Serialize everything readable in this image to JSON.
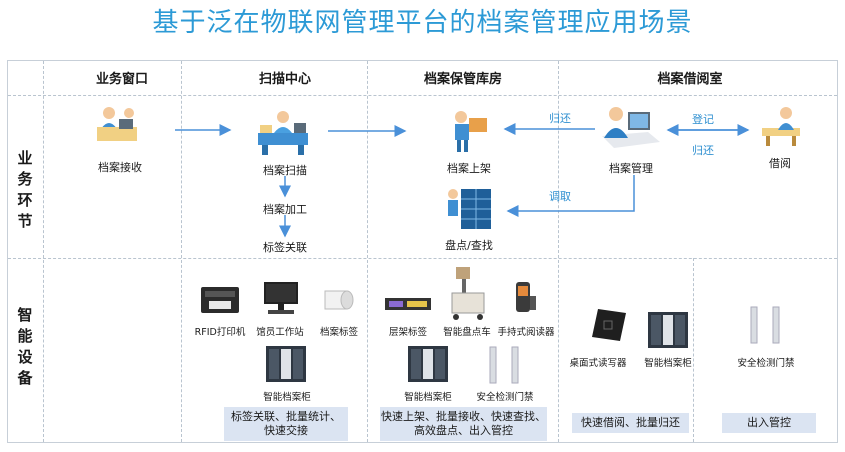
{
  "title": "基于泛在物联网管理平台的档案管理应用场景",
  "columns": [
    "业务窗口",
    "扫描中心",
    "档案保管库房",
    "档案借阅室"
  ],
  "rows": {
    "business": [
      "业",
      "务",
      "环",
      "节"
    ],
    "devices": [
      "智",
      "能",
      "设",
      "备"
    ]
  },
  "business_nodes": {
    "receive": "档案接收",
    "scan": "档案扫描",
    "process": "档案加工",
    "tag": "标签关联",
    "shelve": "档案上架",
    "inventory": "盘点/查找",
    "manage": "档案管理",
    "borrow": "借阅"
  },
  "arrow_labels": {
    "return": "归还",
    "checkin": "登记",
    "return2": "归还",
    "retrieve": "调取"
  },
  "devices": {
    "scan_center": [
      "RFID打印机",
      "馆员工作站",
      "档案标签",
      "智能档案柜"
    ],
    "storage": [
      "层架标签",
      "智能盘点车",
      "手持式阅读器",
      "智能档案柜",
      "安全检测门禁"
    ],
    "reading": [
      "桌面式读写器",
      "智能档案柜"
    ],
    "gate": [
      "安全检测门禁"
    ]
  },
  "summaries": {
    "scan_center": [
      "标签关联、批量统计、",
      "快速交接"
    ],
    "storage": [
      "快速上架、批量接收、快速查找、",
      "高效盘点、出入管控"
    ],
    "reading": [
      "快速借阅、批量归还"
    ],
    "gate": [
      "出入管控"
    ]
  },
  "colors": {
    "title": "#2c9ad6",
    "arrow": "#4a90d9",
    "summary_box": "#dbe4f2"
  }
}
